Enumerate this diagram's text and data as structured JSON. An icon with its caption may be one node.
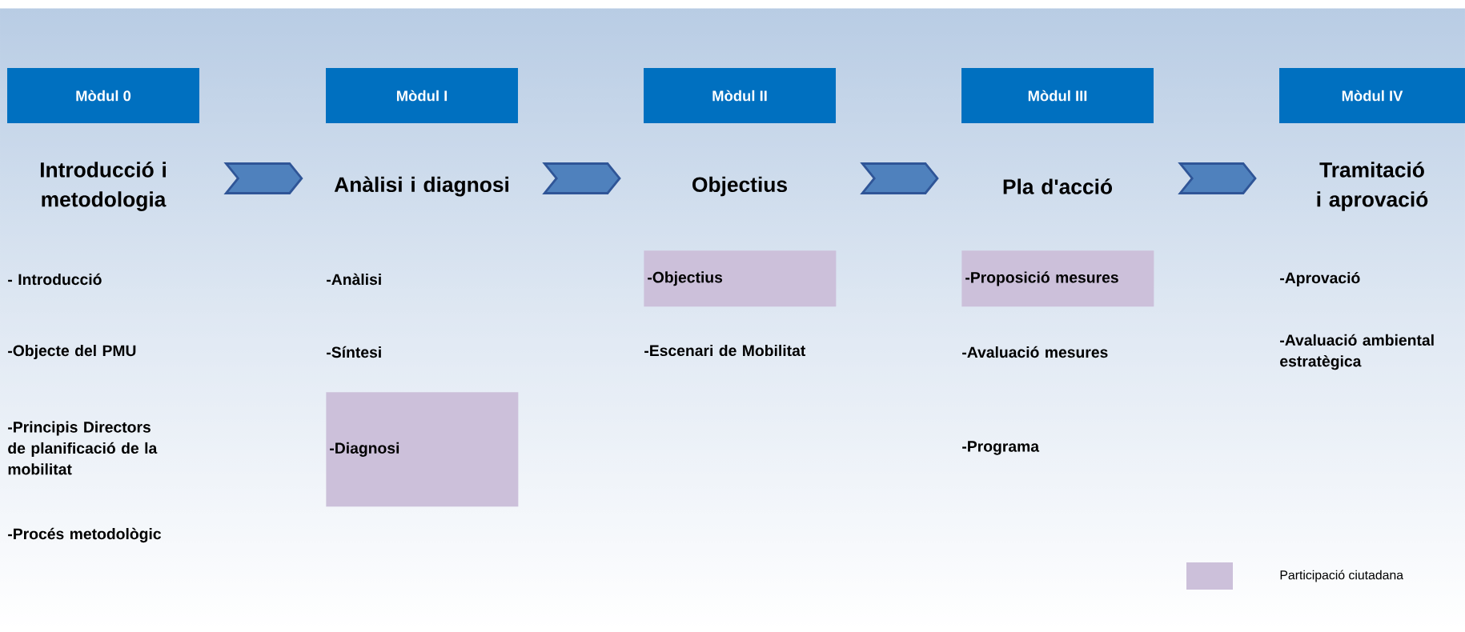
{
  "diagram": {
    "nodes": [
      {
        "text": [
          "Mòdul 0"
        ]
      },
      {
        "text": [
          "Mòdul I"
        ]
      },
      {
        "text": [
          "Mòdul II"
        ]
      },
      {
        "text": [
          "Mòdul III"
        ]
      },
      {
        "text": [
          "Mòdul IV"
        ]
      },
      {
        "text": [
          "Introducció i metodologia"
        ]
      },
      {
        "text": [
          "Anàlisi i diagnosi"
        ]
      },
      {
        "text": [
          "Objectius"
        ]
      },
      {
        "text": [
          "Pla d'acció"
        ]
      },
      {
        "text": [
          "Tramitació i aprovació"
        ]
      },
      {
        "text": [
          "-Diagnosi"
        ]
      },
      {
        "text": [
          "-Objectius"
        ]
      },
      {
        "text": [
          "-Proposició mesures"
        ]
      }
    ],
    "edges": [
      {
        "from": 5,
        "to": 6,
        "arrow": "to"
      },
      {
        "from": 6,
        "to": 7,
        "arrow": "to"
      },
      {
        "from": 7,
        "to": 8,
        "arrow": "to"
      },
      {
        "from": 8,
        "to": 9,
        "arrow": "to"
      }
    ],
    "labels": [
      "- Introducció",
      "-Objecte del PMU",
      "-Principis Directors de planificació de la mobilitat",
      "-Procés metodològic",
      "-Anàlisi",
      "-Síntesi",
      "-Escenari de Mobilitat",
      "-Avaluació mesures",
      "-Programa",
      "-Aprovació",
      "-Avaluació ambiental estratègica"
    ],
    "legend": [
      {
        "text": "Participació ciutadana",
        "color": "#ccc0da"
      }
    ]
  }
}
